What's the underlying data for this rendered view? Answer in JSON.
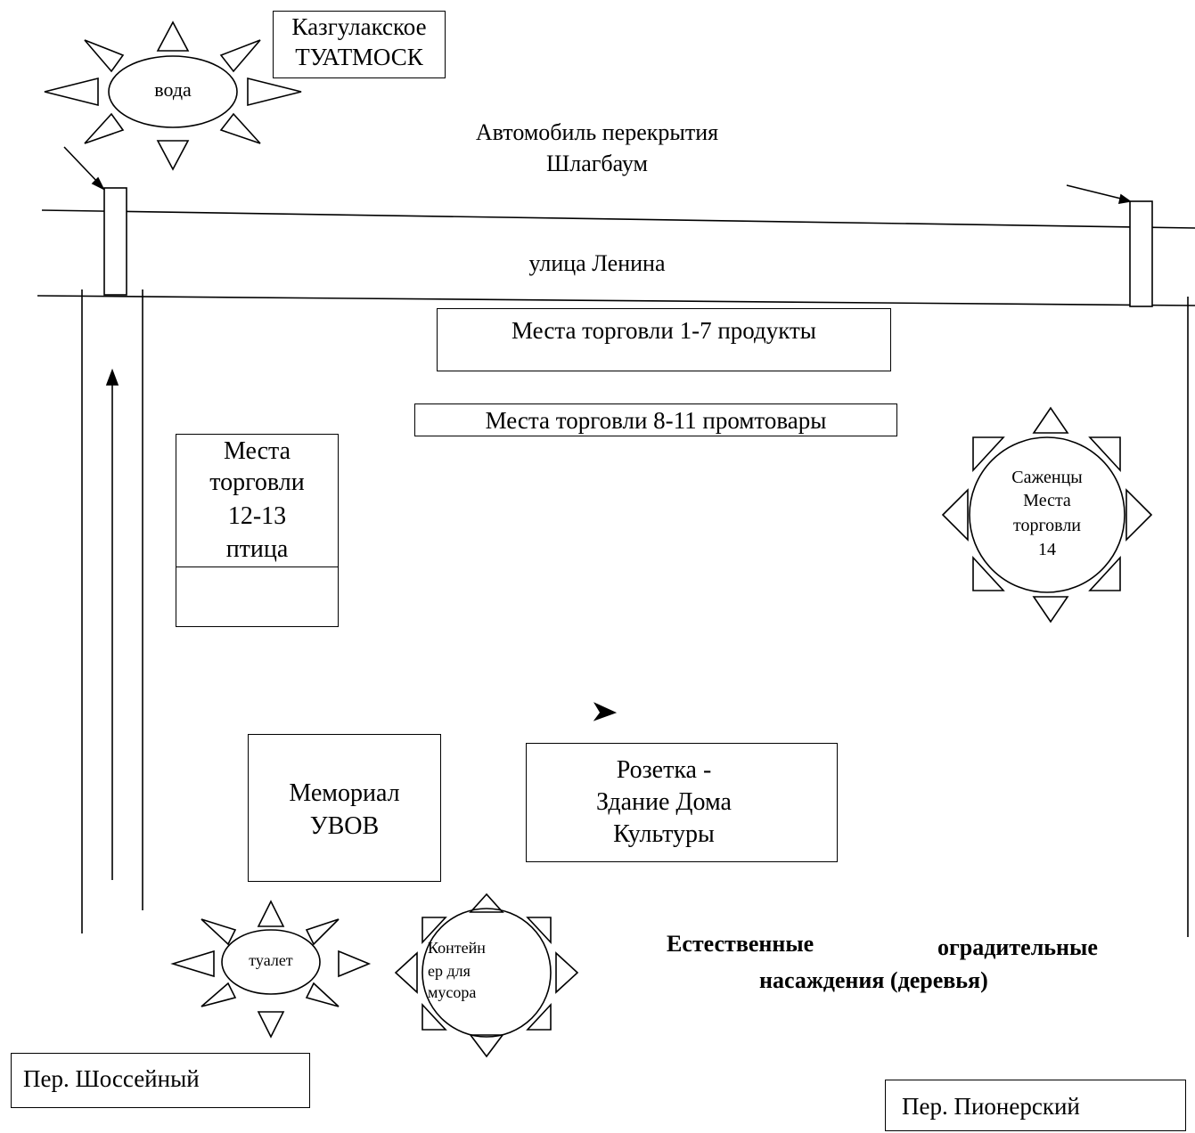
{
  "title_box": {
    "line1": "Казгулакское",
    "line2": "ТУАТМОСК"
  },
  "water_label": "вода",
  "barrier": {
    "line1": "Автомобиль перекрытия",
    "line2": "Шлагбаум"
  },
  "street_label": "улица Ленина",
  "trade_1_7": "Места торговли 1-7 продукты",
  "trade_8_11": "Места торговли 8-11 промтовары",
  "trade_12_13": {
    "line1": "Места",
    "line2": "торговли",
    "line3": "12-13",
    "line4": "птица"
  },
  "seedlings": {
    "line1": "Саженцы",
    "line2": "Места",
    "line3": "торговли",
    "line4": "14"
  },
  "memorial": {
    "line1": "Мемориал",
    "line2": "УВОВ"
  },
  "culture_house": {
    "line1": "Розетка -",
    "line2": "Здание Дома",
    "line3": "Культуры"
  },
  "toilet_label": "туалет",
  "container": {
    "line1": "Контейн",
    "line2": "ер для",
    "line3": "мусора"
  },
  "trees": {
    "line1a": "Естественные",
    "line1b": "оградительные",
    "line2": "насаждения (деревья)"
  },
  "lane_left": "Пер. Шоссейный",
  "lane_right": "Пер. Пионерский"
}
